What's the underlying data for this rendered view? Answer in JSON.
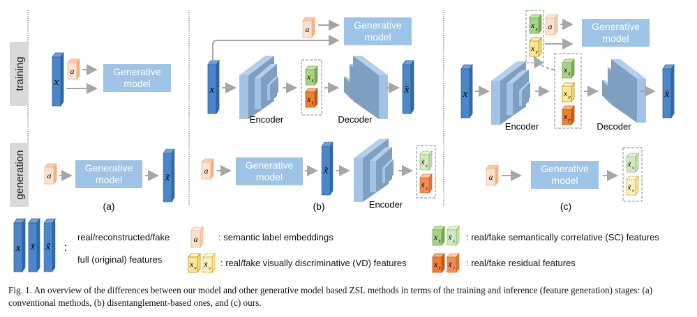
{
  "stage_labels": {
    "training": "training",
    "generation": "generation"
  },
  "symbols": {
    "x": "x",
    "x_bar": "x̄",
    "x_tilde": "x̃",
    "a": "a",
    "x_s": "x",
    "x_s_sub": "s",
    "x_r": "x",
    "x_r_sub": "r",
    "x_v": "x",
    "x_v_sub": "v",
    "xt_s": "x̃",
    "xt_r": "x̃",
    "xt_v": "x̃"
  },
  "blocks": {
    "generative_model": [
      "Generative",
      "model"
    ],
    "encoder": "Encoder",
    "decoder": "Decoder"
  },
  "panels": {
    "a": {
      "label": "(a)"
    },
    "b": {
      "label": "(b)"
    },
    "c": {
      "label": "(c)"
    }
  },
  "legend": {
    "full_features_line1": "real/reconstructed/fake",
    "full_features_line2": "full (original) features",
    "colon": ":",
    "semantic": ": semantic label embeddings",
    "vd": ": real/fake visually discriminative (VD) features",
    "sc": ": real/fake semantically correlative (SC) features",
    "residual": ": real/fake residual features"
  },
  "colors": {
    "full_feature_blue": "#4a86c8",
    "gen_model_box": "#9dc3e6",
    "attr_peach": "#fbe3d4",
    "sc_green": "#a9d18e",
    "vd_yellow": "#ffe699",
    "residual_orange": "#ed7d31",
    "stage_label_bg": "#d9d9d9",
    "arrow_gray": "#a6a6a6"
  },
  "caption": "Fig. 1.  An overview of the differences between our model and other generative model based ZSL methods in terms of the training and inference (feature generation) stages: (a) conventional methods, (b) disentanglement-based ones, and (c) ours."
}
